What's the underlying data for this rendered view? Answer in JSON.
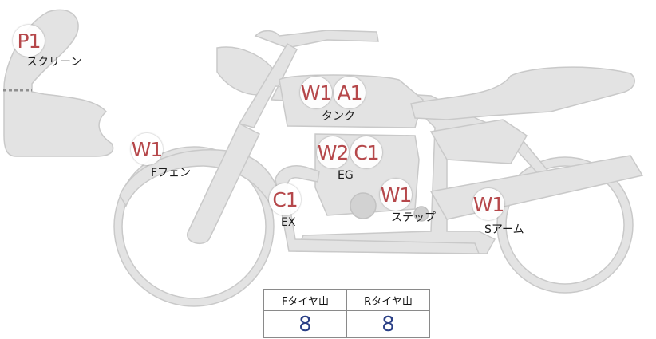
{
  "markers": {
    "screen": "P1",
    "front_fender": "W1",
    "tank_w": "W1",
    "tank_a": "A1",
    "engine_w": "W2",
    "engine_c": "C1",
    "exhaust": "C1",
    "step": "W1",
    "swingarm": "W1"
  },
  "labels": {
    "screen": "スクリーン",
    "front_fender": "Fフェン",
    "tank": "タンク",
    "engine": "EG",
    "exhaust": "EX",
    "step": "ステップ",
    "swingarm": "Sアーム"
  },
  "tread": {
    "front_header": "Fタイヤ山",
    "rear_header": "Rタイヤ山",
    "front_value": "8",
    "rear_value": "8"
  },
  "colors": {
    "part_fill": "#e3e3e3",
    "part_stroke": "#c7c7c7",
    "marker_text": "#b5474a",
    "value_text": "#2a3f86"
  }
}
